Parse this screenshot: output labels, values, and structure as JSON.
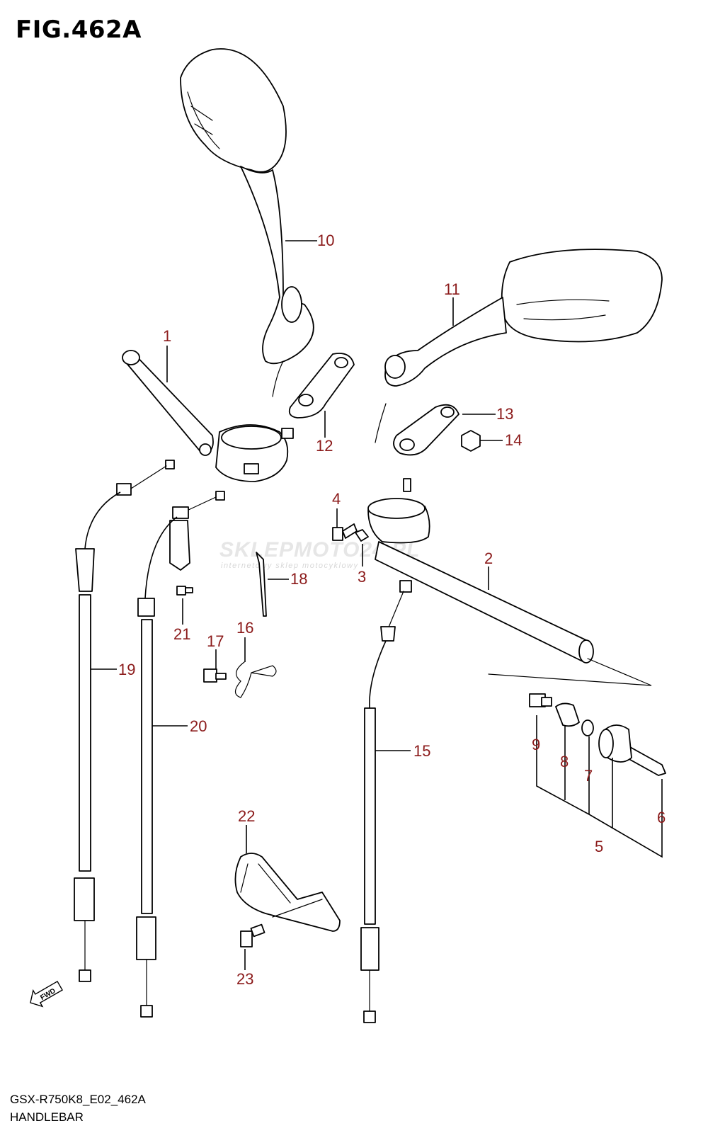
{
  "figure": {
    "title": "FIG.462A",
    "model_code": "GSX-R750K8_E02_462A",
    "name": "HANDLEBAR"
  },
  "watermark": {
    "text": "SKLEPMOTO24.PL",
    "subtext": "internetowy sklep motocyklowy"
  },
  "direction_badge": "FWD",
  "callouts": [
    "1",
    "2",
    "3",
    "4",
    "5",
    "6",
    "7",
    "8",
    "9",
    "10",
    "11",
    "12",
    "13",
    "14",
    "15",
    "16",
    "17",
    "18",
    "19",
    "20",
    "21",
    "22",
    "23"
  ],
  "colors": {
    "callout": "#8b1a1a",
    "line": "#000000"
  }
}
